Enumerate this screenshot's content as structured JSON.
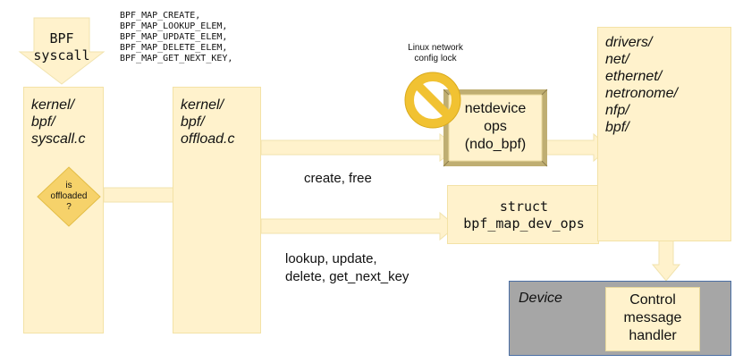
{
  "top_arrow": {
    "line1": "BPF",
    "line2": "syscall"
  },
  "syscall_list": [
    "BPF_MAP_CREATE,",
    "BPF_MAP_LOOKUP_ELEM,",
    "BPF_MAP_UPDATE_ELEM,",
    "BPF_MAP_DELETE_ELEM,",
    "BPF_MAP_GET_NEXT_KEY,"
  ],
  "kernel_syscall": {
    "lines": [
      "kernel/",
      "bpf/",
      "syscall.c"
    ]
  },
  "decision": {
    "lines": [
      "is",
      "offloaded",
      "?"
    ]
  },
  "kernel_offload": {
    "lines": [
      "kernel/",
      "bpf/",
      "offload.c"
    ]
  },
  "lock": {
    "lines": [
      "Linux network",
      "config lock"
    ]
  },
  "netdevice_ops": {
    "lines": [
      "netdevice",
      "ops",
      "(ndo_bpf)"
    ]
  },
  "labels": {
    "create_free": "create, free",
    "lookup_line1": "lookup, update,",
    "lookup_line2": "delete, get_next_key"
  },
  "struct_box": {
    "line1": "struct",
    "line2": "bpf_map_dev_ops"
  },
  "driver_path": {
    "lines": [
      "drivers/",
      "net/",
      "ethernet/",
      "netronome/",
      "nfp/",
      "bpf/"
    ]
  },
  "device": {
    "label": "Device",
    "handler_lines": [
      "Control",
      "message",
      "handler"
    ]
  },
  "colors": {
    "box_fill": "#fff2cc",
    "arrow_fill": "#fff2cc",
    "arrow_stroke": "#f1e3ae",
    "no_sign": "#f1c232",
    "device_fill": "#a6a6a6",
    "device_border": "#4a6fa5"
  }
}
